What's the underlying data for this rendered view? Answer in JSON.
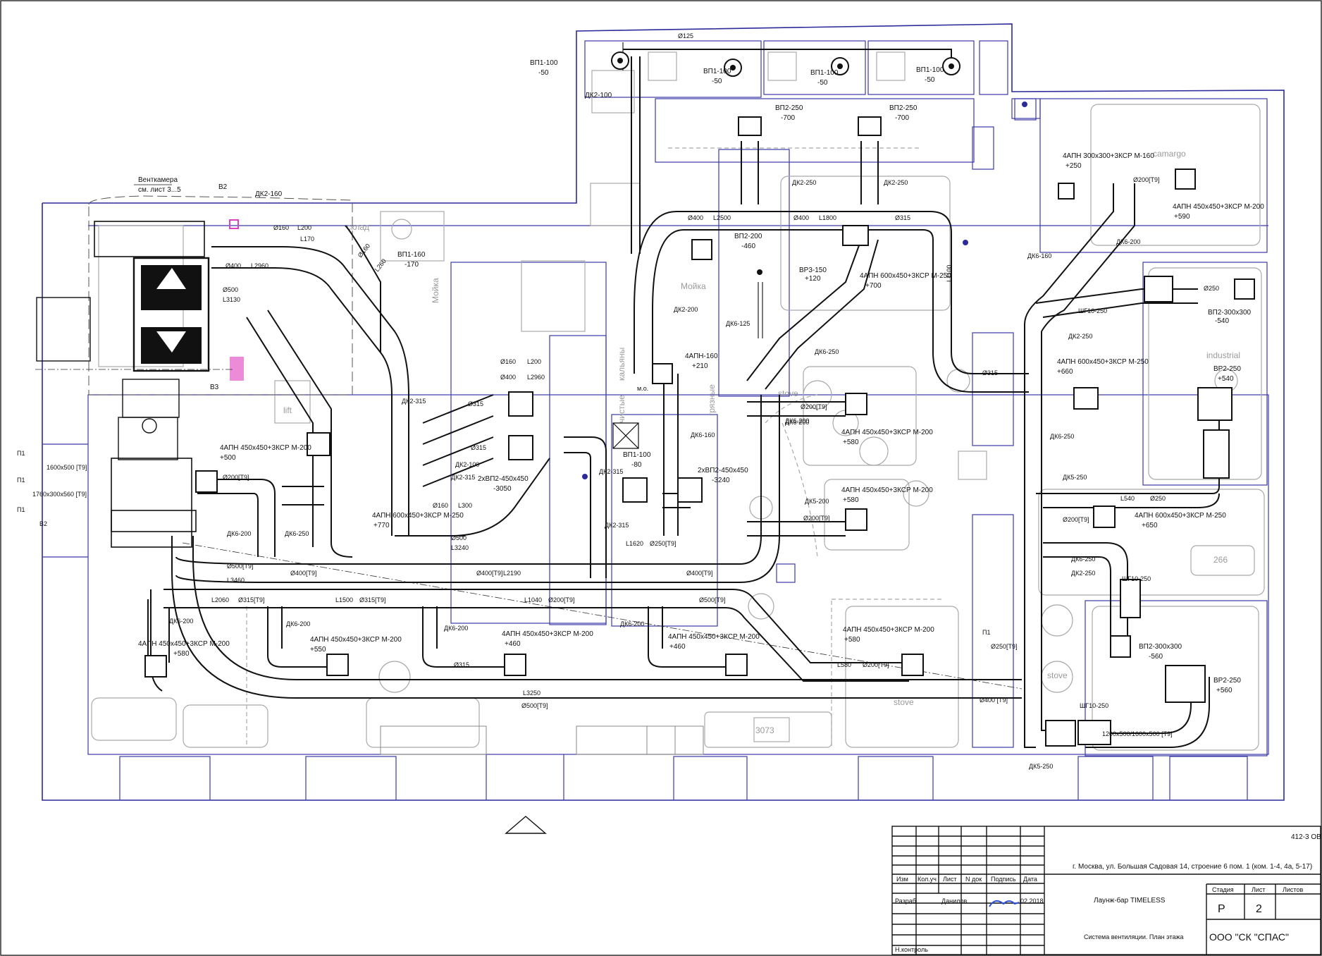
{
  "sheet_code": "412-3 ОВ",
  "address": "г. Москва, ул. Большая Садовая 14, строение 6 пом. 1 (ком. 1-4, 4а, 5-17)",
  "title_block": {
    "headers": [
      "Изм",
      "Кол.уч",
      "Лист",
      "N док",
      "Подпись",
      "Дата"
    ],
    "role_dev": "Разраб",
    "dev_name": "Данилов",
    "date": "02.2018",
    "role_control": "Н.контроль",
    "project": "Лаунж-бар TIMELESS",
    "drawing_title": "Система вентиляции. План этажа",
    "stage_label": "Стадия",
    "sheet_label": "Лист",
    "sheets_label": "Листов",
    "stage": "Р",
    "sheet": "2",
    "company": "ООО \"СК \"СПАС\""
  },
  "rooms": [
    "Мойка",
    "Мойка",
    "lift",
    "кальяны",
    "чистые",
    "грязные",
    "stove",
    "stove",
    "stove",
    "camargo",
    "industrial",
    "266",
    "3073",
    "Венткамера",
    "см. лист 3...5",
    "склад"
  ],
  "equipment": [
    {
      "tag": "ВП1-100",
      "sub": "-50"
    },
    {
      "tag": "ДК2-100",
      "sub": ""
    },
    {
      "tag": "ВП1-100",
      "sub": "-50"
    },
    {
      "tag": "ВП1-100",
      "sub": "-50"
    },
    {
      "tag": "ВП1-100",
      "sub": "-50"
    },
    {
      "tag": "ВП2-250",
      "sub": "-700"
    },
    {
      "tag": "ВП2-250",
      "sub": "-700"
    },
    {
      "tag": "ВП2-200",
      "sub": "-460"
    },
    {
      "tag": "ВР3-150",
      "sub": "+120"
    },
    {
      "tag": "ВП1-160",
      "sub": "-170"
    },
    {
      "tag": "4АПН 600х450+3КСР М-250",
      "sub": "+700"
    },
    {
      "tag": "4АПН 300х300+3КСР М-160",
      "sub": "+250"
    },
    {
      "tag": "4АПН 450х450+3КСР М-200",
      "sub": "+590"
    },
    {
      "tag": "ВП2-300х300",
      "sub": "-540"
    },
    {
      "tag": "ВР2-250",
      "sub": "+540"
    },
    {
      "tag": "4АПН 600х450+3КСР М-250",
      "sub": "+660"
    },
    {
      "tag": "4АПН 600х450+3КСР М-250",
      "sub": "+650"
    },
    {
      "tag": "ВП2-300х300",
      "sub": "-560"
    },
    {
      "tag": "ВР2-250",
      "sub": "+560"
    },
    {
      "tag": "4АПН 450х450+3КСР М-200",
      "sub": "+500"
    },
    {
      "tag": "4АПН 600х450+3КСР М-250",
      "sub": "+770"
    },
    {
      "tag": "2хВП2-450х450",
      "sub": "-3050"
    },
    {
      "tag": "ВП1-100",
      "sub": "-80"
    },
    {
      "tag": "2хВП2-450х450",
      "sub": "-3240"
    },
    {
      "tag": "4АПН-160",
      "sub": "+210"
    },
    {
      "tag": "4АПН 450х450+3КСР М-200",
      "sub": "+580"
    },
    {
      "tag": "4АПН 450х450+3КСР М-200",
      "sub": "+580"
    },
    {
      "tag": "4АПН 450х450+3КСР М-200",
      "sub": "+580"
    },
    {
      "tag": "4АПН 450х450+3КСР М-200",
      "sub": "+550"
    },
    {
      "tag": "4АПН 450х450+3КСР М-200",
      "sub": "+460"
    },
    {
      "tag": "4АПН 450х450+3КСР М-200",
      "sub": "+460"
    },
    {
      "tag": "4АПН 450х450+3КСР М-200",
      "sub": "+580"
    }
  ],
  "duct_labels": [
    "Ø125",
    "Ø160",
    "L200",
    "L170",
    "Ø160",
    "L260",
    "Ø400",
    "L2960",
    "Ø500",
    "L3130",
    "Ø400",
    "L2500",
    "Ø400",
    "L1800",
    "Ø315",
    "L1100",
    "Ø315",
    "Ø160",
    "L200",
    "Ø400",
    "L2960",
    "Ø315",
    "Ø315",
    "Ø160",
    "L300",
    "Ø500",
    "L3240",
    "Ø500[Т9]",
    "L3460",
    "Ø400[Т9]",
    "L2190",
    "Ø400[Т9]",
    "Ø400[Т9]",
    "L2060",
    "Ø315[Т9]",
    "L1500",
    "Ø315[Т9]",
    "L1040",
    "Ø200[Т9]",
    "Ø500[Т9]",
    "L3250",
    "Ø500[Т9]",
    "Ø400 [Т9]",
    "П1",
    "Ø250[Т9]",
    "L540",
    "Ø250",
    "Ø250",
    "Ø200[Т9]",
    "Ø200[Т9]",
    "L580",
    "Ø200[Т9]",
    "Ø200[Т9]",
    "Ø200[Т9]",
    "Ø200[Т9]",
    "Ø315",
    "L1620",
    "Ø250[Т9]",
    "1200х500/1600х500 [Т9]",
    "П1",
    "1600х500 [Т9]",
    "П1",
    "1760х300х560 [Т9]",
    "П1",
    "В2",
    "В3",
    "ДК2-160",
    "ДК6-200",
    "ДК6-250",
    "ДК6-200",
    "ДК6-200",
    "ДК6-200",
    "ДК6-200",
    "ДК6-200",
    "ДК2-315",
    "ДК2-100",
    "ДК2-315",
    "ДК2-315",
    "ДК2-315",
    "ДК2-250",
    "ДК2-250",
    "ДК2-200",
    "ДК6-125",
    "ДК6-250",
    "ДК6-200",
    "ДК5-200",
    "ДК6-160",
    "ДК6-160",
    "ДК6-200",
    "ДК2-250",
    "ДК6-250",
    "ДК5-250",
    "ДК6-250",
    "ДК2-250",
    "ШГ10-250",
    "ШГ10-250",
    "ШГ10-250",
    "ДК5-250",
    "м.о."
  ]
}
